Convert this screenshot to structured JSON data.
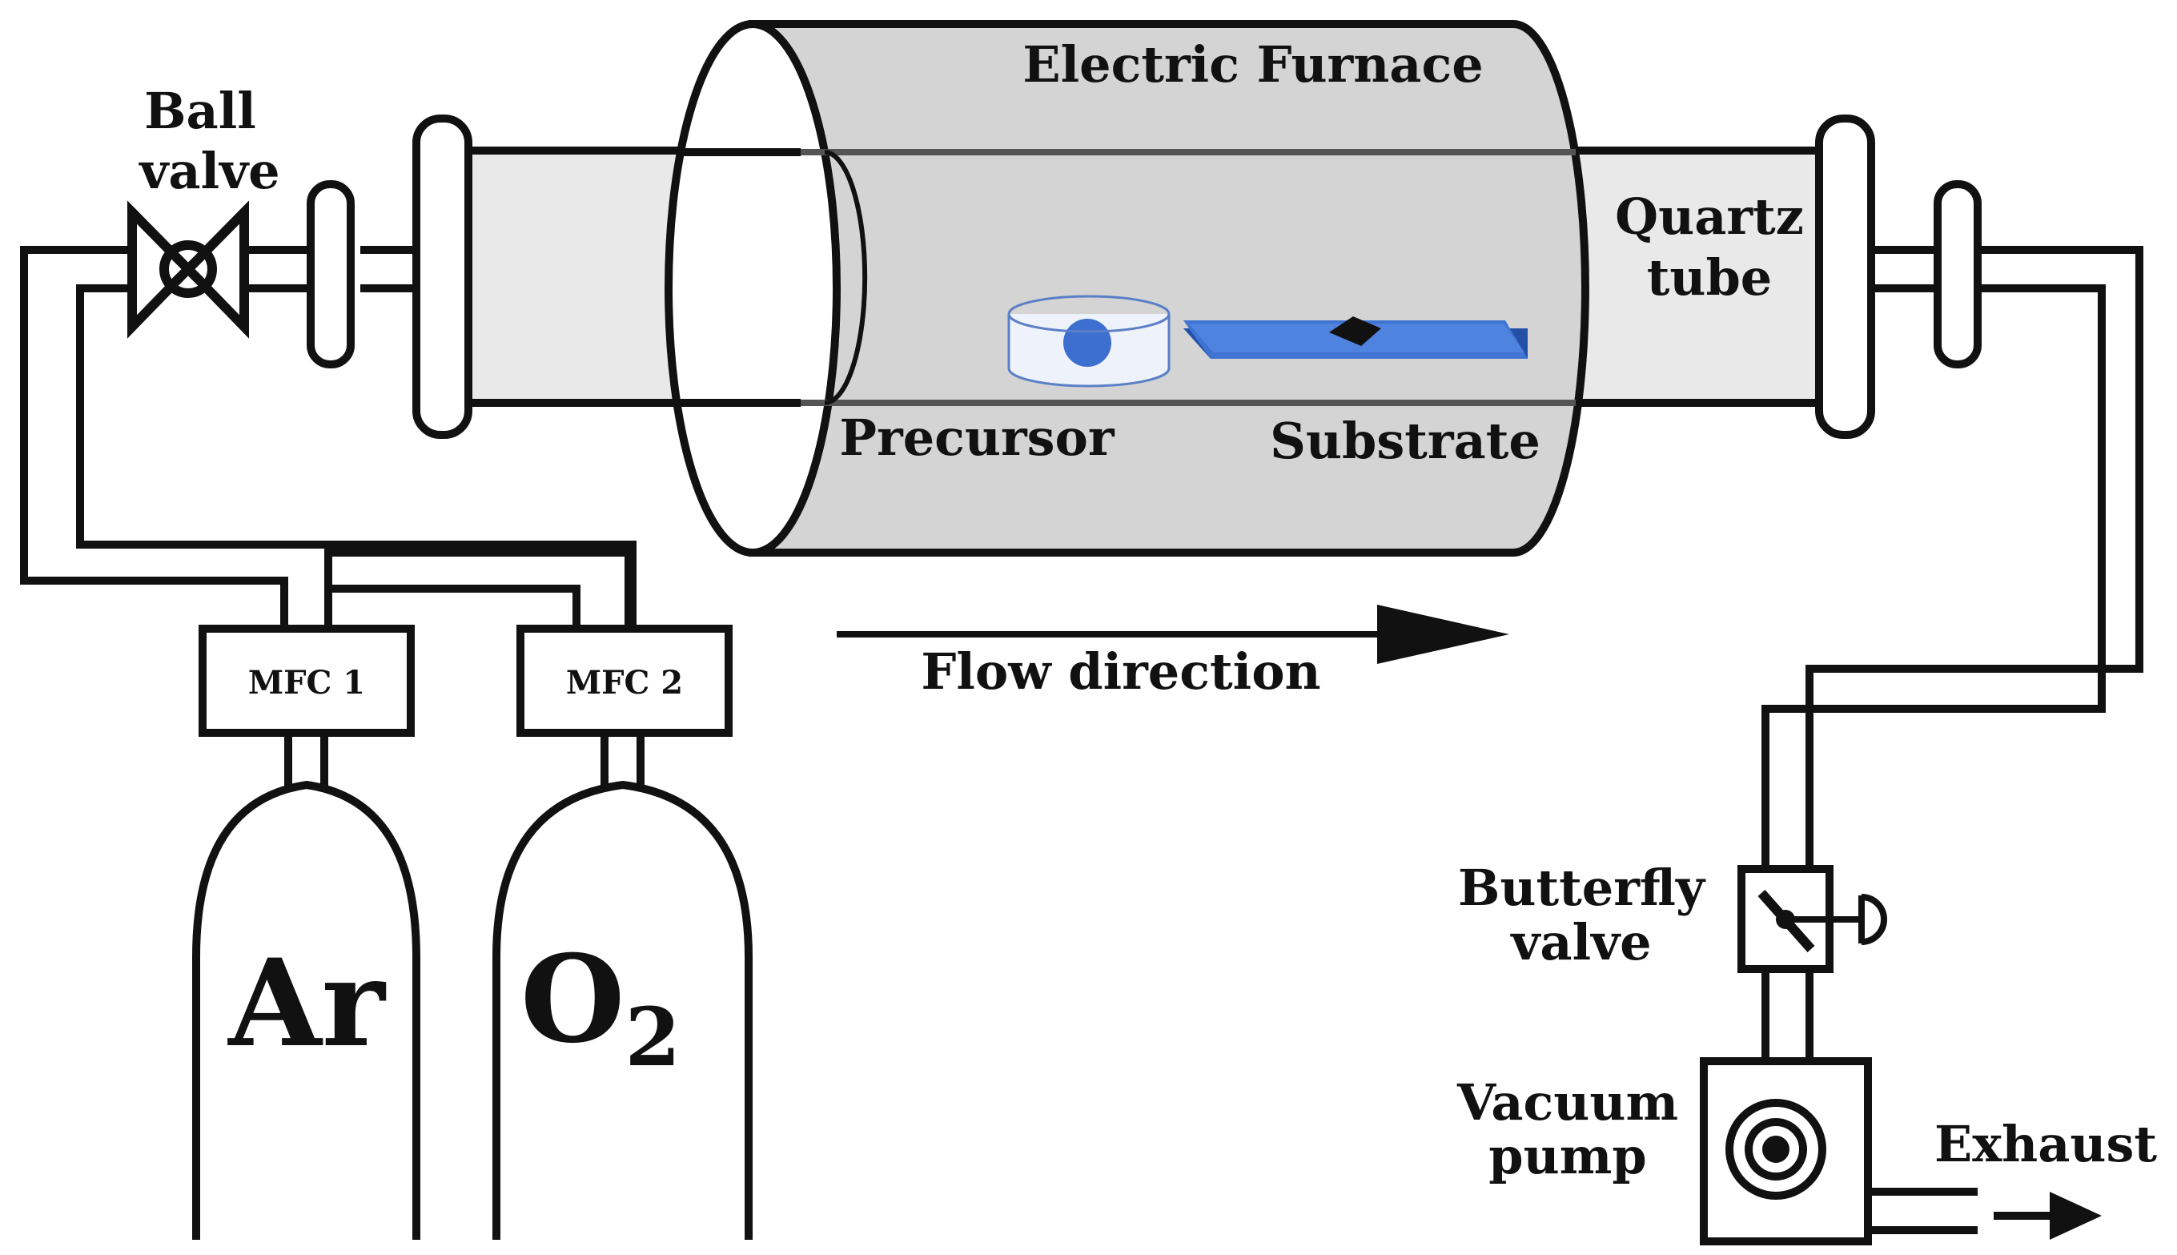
{
  "labels": {
    "ball_valve_1": "Ball",
    "ball_valve_2": "valve",
    "electric_furnace": "Electric Furnace",
    "quartz_tube_1": "Quartz",
    "quartz_tube_2": "tube",
    "precursor": "Precursor",
    "substrate": "Substrate",
    "flow_direction": "Flow direction",
    "mfc1": "MFC 1",
    "mfc2": "MFC 2",
    "gas_ar": "Ar",
    "gas_o_main": "O",
    "gas_o_sub": "2",
    "butterfly_valve_1": "Butterfly",
    "butterfly_valve_2": "valve",
    "vacuum_pump_1": "Vacuum",
    "vacuum_pump_2": "pump",
    "exhaust": "Exhaust"
  },
  "colors": {
    "line": "#111111",
    "furnace_fill": "#d4d4d4",
    "tube_fill": "#e9e9e9",
    "substrate_top": "#3f74d3",
    "substrate_side": "#2451a8",
    "precursor_dot": "#3d6fd0",
    "boat_outline": "#5b7fc7"
  }
}
